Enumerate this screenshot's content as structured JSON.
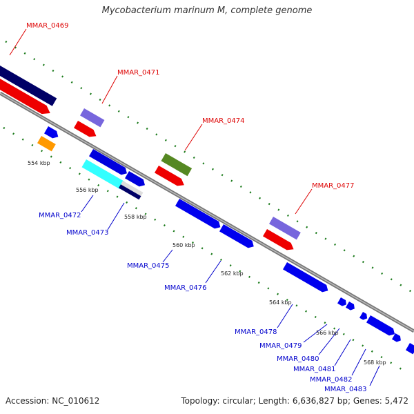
{
  "title": "Mycobacterium marinum M, complete genome",
  "footer": {
    "accession": "Accession: NC_010612",
    "summary": "Topology: circular; Length: 6,636,827 bp; Genes: 5,472"
  },
  "colors": {
    "forward_label": "#dd0000",
    "reverse_label": "#0000cc",
    "backbone": "#888888",
    "tick": "#1a7a1a"
  },
  "kbp_ticks": [
    "554 kbp",
    "556 kbp",
    "558 kbp",
    "560 kbp",
    "562 kbp",
    "564 kbp",
    "566 kbp",
    "568 kbp"
  ],
  "gene_labels": {
    "forward": [
      "MMAR_0469",
      "MMAR_0471",
      "MMAR_0474",
      "MMAR_0477"
    ],
    "reverse": [
      "MMAR_0472",
      "MMAR_0473",
      "MMAR_0475",
      "MMAR_0476",
      "MMAR_0478",
      "MMAR_0479",
      "MMAR_0480",
      "MMAR_0481",
      "MMAR_0482",
      "MMAR_0483"
    ]
  }
}
